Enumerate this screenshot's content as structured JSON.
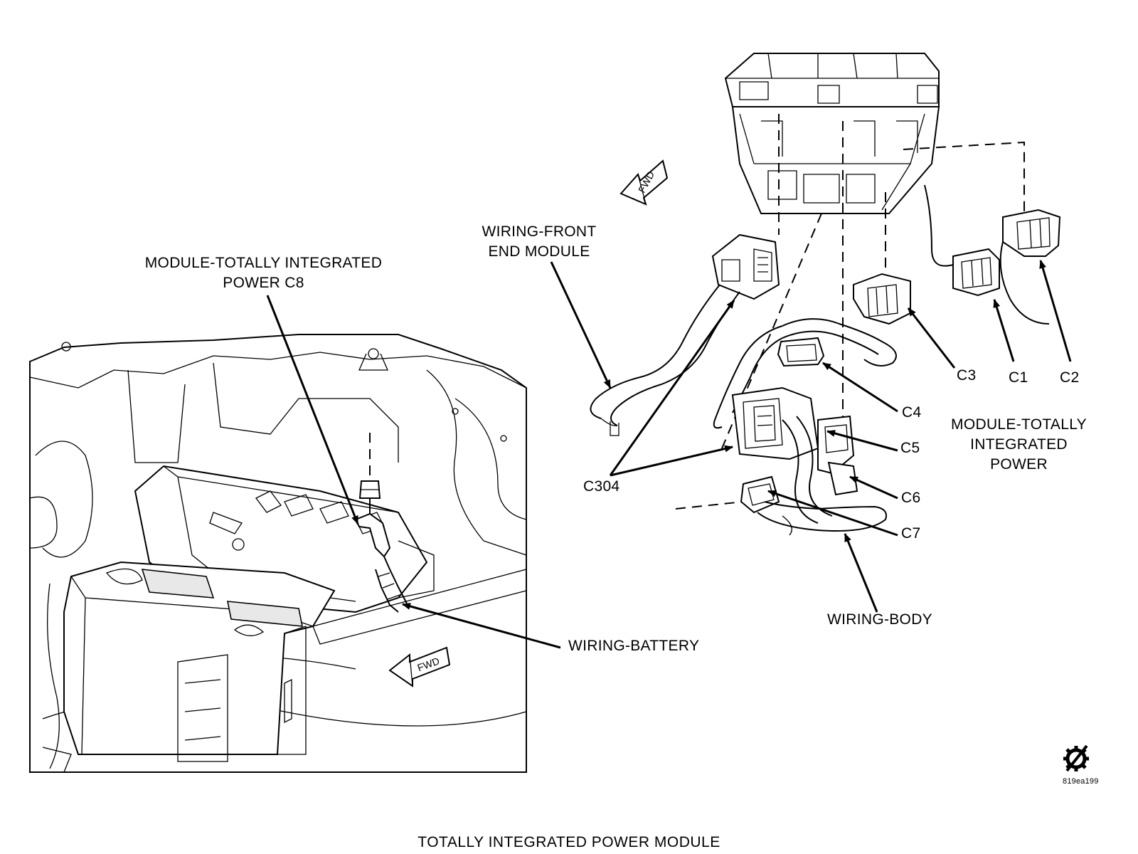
{
  "labels": {
    "module_c8": [
      "MODULE-TOTALLY INTEGRATED",
      "POWER C8"
    ],
    "wiring_front_end": [
      "WIRING-FRONT",
      "END MODULE"
    ],
    "wiring_battery": "WIRING-BATTERY",
    "wiring_body": "WIRING-BODY",
    "module_tipm": [
      "MODULE-TOTALLY",
      "INTEGRATED",
      "POWER"
    ],
    "c1": "C1",
    "c2": "C2",
    "c3": "C3",
    "c4": "C4",
    "c5": "C5",
    "c6": "C6",
    "c7": "C7",
    "c304": "C304",
    "fwd_top": "FWD",
    "fwd_bottom": "FWD"
  },
  "figure_code": "819ea199",
  "caption": "TOTALLY INTEGRATED POWER MODULE",
  "icons": {
    "service_mark": "wrench-gear-icon"
  }
}
